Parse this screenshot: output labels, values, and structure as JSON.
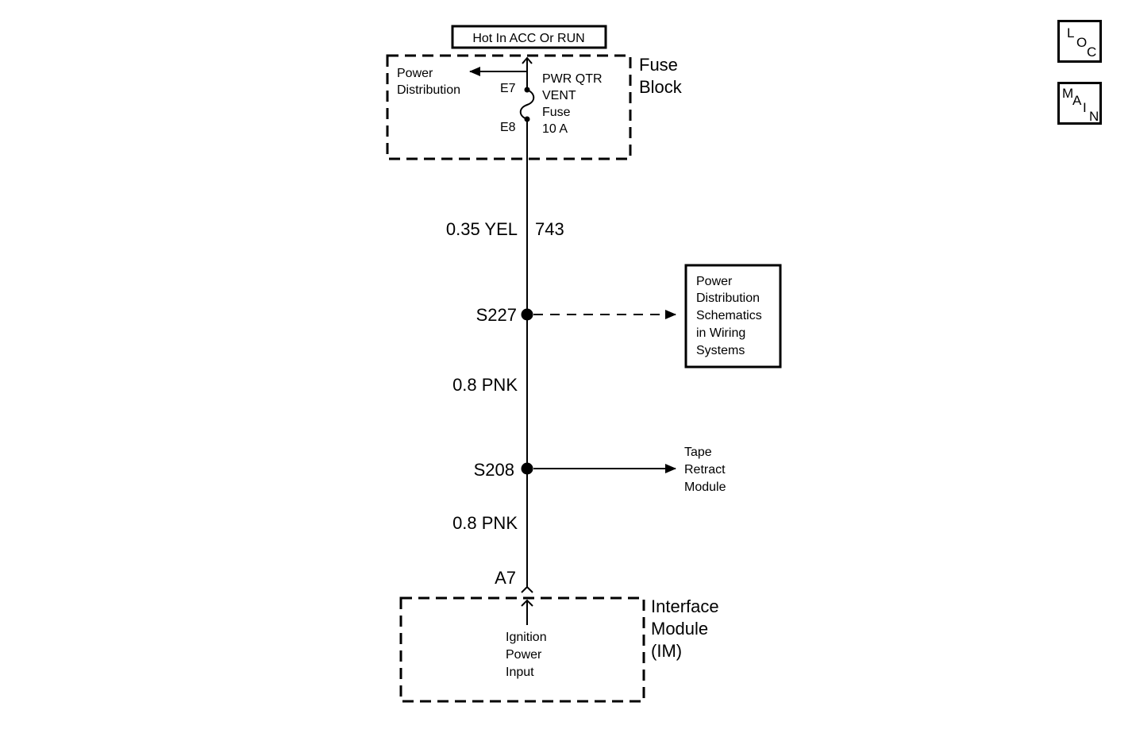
{
  "power_source_label": "Hot In ACC Or RUN",
  "fuse_block": {
    "title_line1": "Fuse",
    "title_line2": "Block",
    "power_distribution_line1": "Power",
    "power_distribution_line2": "Distribution",
    "terminal_top": "E7",
    "terminal_bottom": "E8",
    "fuse_line1": "PWR QTR",
    "fuse_line2": "VENT",
    "fuse_line3": "Fuse",
    "fuse_line4": "10 A"
  },
  "wires": {
    "wire1_spec": "0.35 YEL",
    "wire1_circuit": "743",
    "wire2_spec": "0.8 PNK",
    "wire3_spec": "0.8 PNK"
  },
  "splices": {
    "s227": "S227",
    "s208": "S208"
  },
  "reference_box": {
    "line1": "Power",
    "line2": "Distribution",
    "line3": "Schematics",
    "line4": "in Wiring",
    "line5": "Systems"
  },
  "tape_retract": {
    "line1": "Tape",
    "line2": "Retract",
    "line3": "Module"
  },
  "interface_module": {
    "connector": "A7",
    "title_line1": "Interface",
    "title_line2": "Module",
    "title_line3": "(IM)",
    "input_line1": "Ignition",
    "input_line2": "Power",
    "input_line3": "Input"
  },
  "nav": {
    "loc_l": "L",
    "loc_o": "O",
    "loc_c": "C",
    "main_m": "M",
    "main_a": "A",
    "main_i": "I",
    "main_n": "N"
  }
}
